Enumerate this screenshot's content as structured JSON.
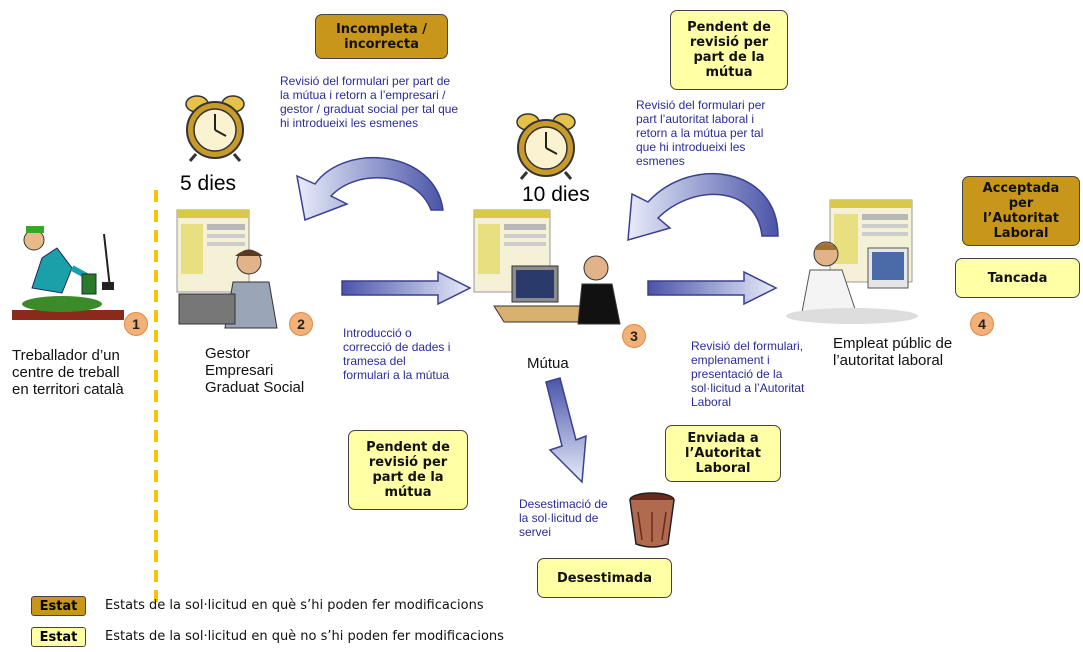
{
  "states": {
    "incompleta": "Incompleta /\nincorrecta",
    "pendent_top": "Pendent de\nrevisió per\npart de la\nmútua",
    "acceptada": "Acceptada\nper\nl’Autoritat\nLaboral",
    "tancada": "Tancada",
    "pendent_bottom": "Pendent de\nrevisió per\npart de la\nmútua",
    "enviada": "Enviada a\nl’Autoritat\nLaboral",
    "desestimada": "Desestimada"
  },
  "descriptions": {
    "revisio_mutua": "Revisió del formulari per part de\nla mútua i retorn a l’empresari /\ngestor / graduat social per tal que\nhi introdueixi les esmenes",
    "revisio_autoritat": "Revisió del formulari per\npart l’autoritat laboral i\nretorn a la mútua per tal\nque hi introdueixi les\nesmenes",
    "introduccio": "Introducció o\ncorrecció de dades i\ntramesa del\nformulari a la mútua",
    "revisio_emplenament": "Revisió del formulari,\nemplenament i\npresentació de la\nsol·licitud a l’Autoritat\nLaboral",
    "desestimacio": "Desestimació de\nla sol·licitud de\nservei"
  },
  "timers": {
    "t1": "5 dies",
    "t2": "10 dies"
  },
  "actors": {
    "a1": "Treballador d’un\ncentre de treball\nen territori català",
    "a2": "Gestor\nEmpresari\nGraduat Social",
    "a3": "Mútua",
    "a4": "Empleat públic de\nl’autoritat laboral"
  },
  "steps": [
    "1",
    "2",
    "3",
    "4"
  ],
  "legend": {
    "swatch_label": "Estat",
    "modifiable": "Estats de la sol·licitud en què s’hi poden fer modificacions",
    "not_modifiable": "Estats de la sol·licitud en què no s’hi poden fer modificacions"
  },
  "colors": {
    "state_dark": "#c8961a",
    "state_light": "#ffffa6",
    "arrow": "#4a54a8",
    "text_blue": "#2b2b9a",
    "divider": "#f5c400"
  }
}
